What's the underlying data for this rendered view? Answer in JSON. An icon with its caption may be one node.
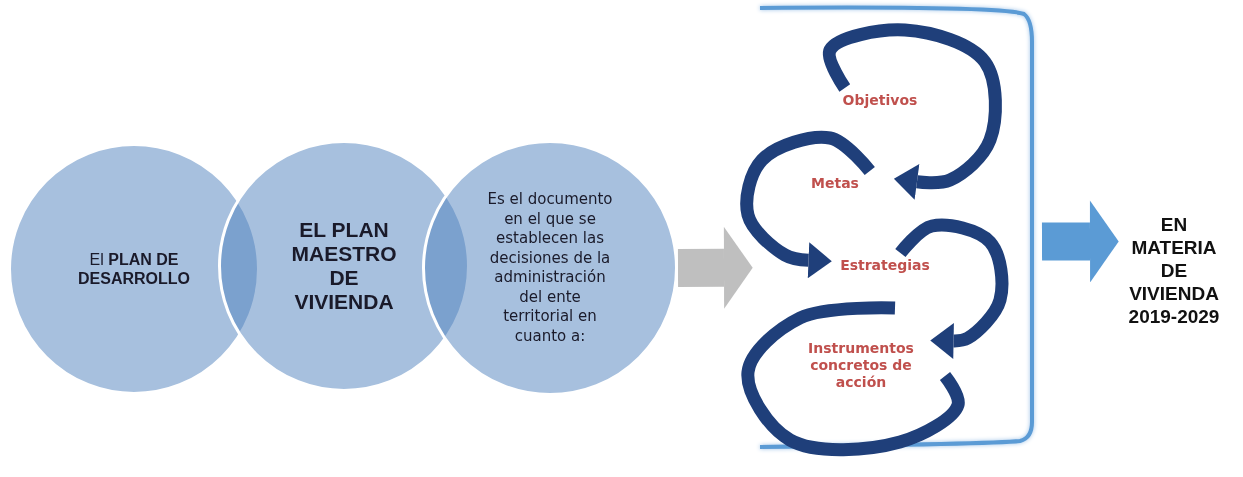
{
  "diagram": {
    "nodes": [
      {
        "text": [
          "El **PLAN DE DESARROLLO**"
        ]
      },
      {
        "text": [
          "EL PLAN MAESTRO DE VIVIENDA"
        ]
      },
      {
        "text": [
          "Es el documento en el que se establecen las decisiones de la administración del ente territorial en cuanto a:"
        ]
      },
      {
        "text": [],
        "shape": "box"
      },
      {
        "text": [
          "Objetivos"
        ],
        "in": 3
      },
      {
        "text": [
          "Metas"
        ],
        "in": 3
      },
      {
        "text": [
          "Estrategias"
        ],
        "in": 3
      },
      {
        "text": [
          "Instrumentos concretos de acción"
        ],
        "in": 3
      },
      {
        "text": [
          "EN MATERIA DE VIVIENDA 2019-2029"
        ]
      }
    ],
    "edges": [
      {
        "from": 2,
        "to": 3,
        "arrow": "to",
        "style": "thick",
        "color": "#bfbfbf"
      },
      {
        "from": 3,
        "to": 8,
        "arrow": "to",
        "style": "thick",
        "color": "#5b9bd5"
      },
      {
        "from": 4,
        "to": 5,
        "arrow": "to"
      },
      {
        "from": 5,
        "to": 6,
        "arrow": "to"
      },
      {
        "from": 6,
        "to": 7,
        "arrow": "to"
      }
    ]
  }
}
